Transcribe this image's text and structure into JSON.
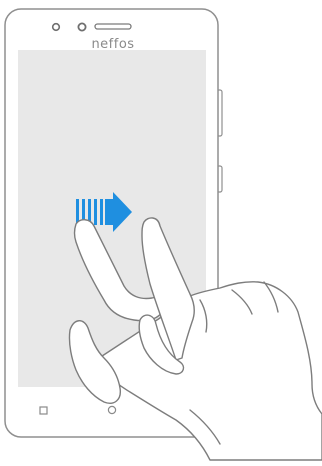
{
  "device": {
    "brand": "neffos"
  },
  "gesture": {
    "type": "two-finger-swipe",
    "direction": "right",
    "fingers": 2
  },
  "icons": {
    "arrow": "swipe-right-arrow-icon",
    "hand": "two-finger-hand-icon",
    "front_camera": "camera-lens-icon",
    "sensor": "sensor-dot-icon",
    "speaker": "earpiece-speaker-icon",
    "recent_button": "square-icon",
    "home_button": "circle-icon"
  },
  "colors": {
    "arrow": "#1f8fe0",
    "screen": "#e8e8e8",
    "outline": "#8f8f8f",
    "hand_stroke": "#7d7d7d",
    "brand": "#8a8a8a"
  }
}
